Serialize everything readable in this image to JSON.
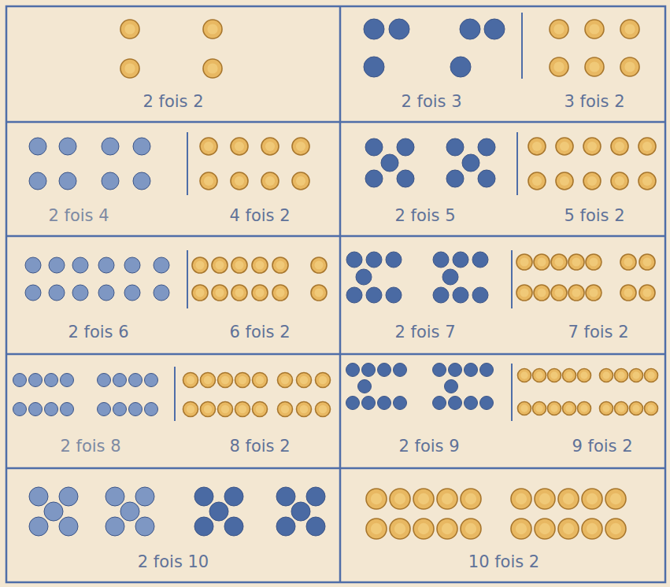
{
  "diagram": {
    "nodes": [
      {
        "text": [
          "2 fois 2"
        ]
      },
      {
        "text": [
          "2 fois 3",
          "3 fois 2"
        ]
      },
      {
        "text": [
          "2 fois 4",
          "4 fois 2"
        ]
      },
      {
        "text": [
          "2 fois 5",
          "5 fois 2"
        ]
      },
      {
        "text": [
          "2 fois 6",
          "6 fois 2"
        ]
      },
      {
        "text": [
          "2 fois 7",
          "7 fois 2"
        ]
      },
      {
        "text": [
          "2 fois 8",
          "8 fois 2"
        ]
      },
      {
        "text": [
          "2 fois 9",
          "9 fois 2"
        ]
      },
      {
        "text": [
          "2 fois 10"
        ]
      },
      {
        "text": [
          "10 fois 2"
        ]
      }
    ]
  }
}
